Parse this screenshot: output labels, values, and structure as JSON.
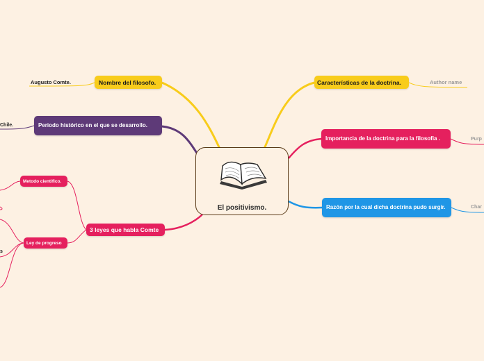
{
  "central": {
    "title": "El positivismo.",
    "icon": "open-book-icon"
  },
  "colors": {
    "yellow": "#f8cc1b",
    "purple": "#5e3a78",
    "pink": "#e5205e",
    "blue": "#1f96e6"
  },
  "left": {
    "philosopher": {
      "label": "Nombre del filosofo.",
      "child": "Augusto Comte."
    },
    "period": {
      "label": "Periodo histórico en el que se desarrollo.",
      "child": "Chile."
    },
    "laws": {
      "label": "3 leyes que habla Comte",
      "method": {
        "label": "Metodo cientifico."
      },
      "progress": {
        "label": "Ley de progreso",
        "partial": "s"
      }
    }
  },
  "right": {
    "features": {
      "label": "Características de la doctrina.",
      "child": "Author name"
    },
    "importance": {
      "label": "Importancia de la doctrina para la filosofia .",
      "child": "Purp"
    },
    "reason": {
      "label": "Razón por la cual dicha doctrina pudo surgir.",
      "child": "Char"
    }
  }
}
